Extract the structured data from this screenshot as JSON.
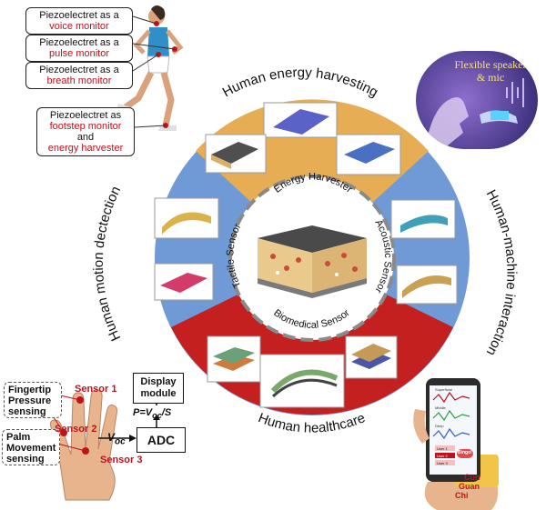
{
  "ring": {
    "top": "Human energy harvesting",
    "right": "Human-machine interaction",
    "bottom": "Human healthcare",
    "left": "Human motion dectection"
  },
  "inner": {
    "top": "Energy Harvester",
    "right": "Acoustic Sensor",
    "bottom": "Biomedical Sensor",
    "left": "Tactile Sensor"
  },
  "callouts": [
    {
      "prefix": "Piezoelectret as a",
      "highlight": "voice monitor"
    },
    {
      "prefix": "Piezoelectret as  a",
      "highlight": "pulse monitor"
    },
    {
      "prefix": "Piezoelectret as a",
      "highlight": "breath monitor"
    }
  ],
  "footstep_callout": {
    "line1": "Piezoelectret as",
    "line2": "footstep monitor",
    "line3": "and",
    "line4": "energy harvester"
  },
  "speaker_label": {
    "line1": "Flexible speaker",
    "line2": "& mic"
  },
  "hand_system": {
    "fingertip": [
      "Fingertip",
      "Pressure",
      "sensing"
    ],
    "palm": [
      "Palm",
      "Movement",
      "sensing"
    ],
    "sensor1": "Sensor 1",
    "sensor2": "Sensor 2",
    "sensor3": "Sensor 3",
    "display": [
      "Display",
      "module"
    ],
    "formula": "P=V",
    "formula_sub": "oc",
    "formula_tail": "/S",
    "voc": "V",
    "voc_sub": "oc",
    "adc": "ADC"
  },
  "phone": {
    "rows": [
      "Superficial",
      "Middle",
      "Deep"
    ],
    "users": [
      "User 1",
      "User 2",
      "User 3"
    ],
    "badge": "Bingo!",
    "wrist_labels": [
      "Cun",
      "Guan",
      "Chi"
    ]
  },
  "colors": {
    "ring_top": "#e6ad55",
    "ring_right": "#6f9ad6",
    "ring_bottom": "#c3201f",
    "ring_left": "#6f9ad6",
    "accent_red": "#c0121b"
  }
}
